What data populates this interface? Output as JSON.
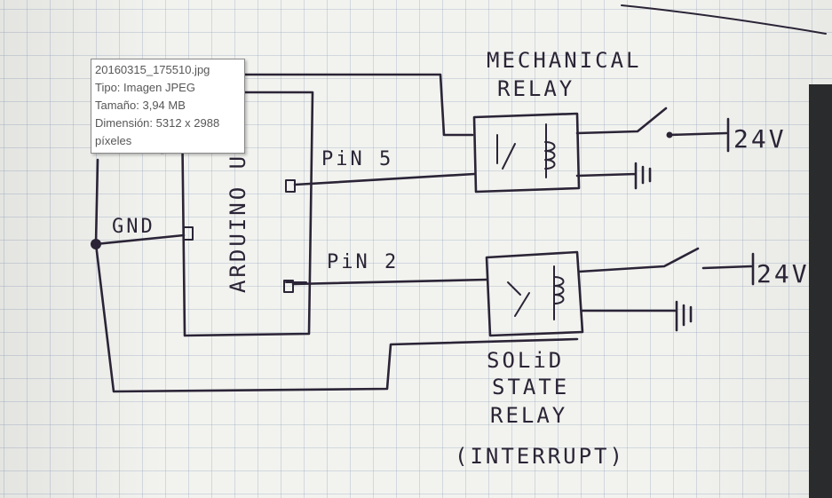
{
  "tooltip": {
    "filename": "20160315_175510.jpg",
    "type_line": "Tipo: Imagen JPEG",
    "size_line": "Tamaño: 3,94 MB",
    "dimension_line": "Dimensión: 5312 x 2988",
    "dimension_unit": "píxeles"
  },
  "sketch": {
    "arduino_label": "ARDUINO U",
    "gnd_label": "GND",
    "pin5_label": "PiN 5",
    "pin2_label": "PiN 2",
    "mechanical_relay_line1": "MECHANICAL",
    "mechanical_relay_line2": "RELAY",
    "solid_state_line1": "SOLiD",
    "solid_state_line2": "STATE",
    "solid_state_line3": "RELAY",
    "solid_state_line4": "(INTERRUPT)",
    "voltage_top": "24V",
    "voltage_bottom": "24V"
  },
  "colors": {
    "ink": "#2b2436",
    "paper": "#f2f3ef",
    "grid": "#96a5be",
    "tooltip_text": "#575757"
  }
}
